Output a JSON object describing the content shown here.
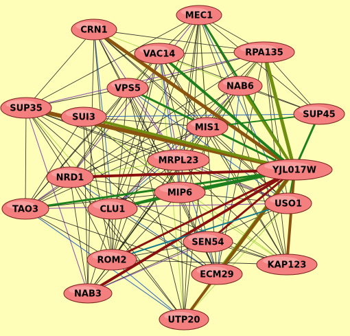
{
  "diagram": {
    "background": "#fefeb8",
    "node_fill": "#f47f7f",
    "node_stroke": "#7a2020",
    "edge_colors": {
      "thin": "#1a1a1a",
      "lime": "#a8d64a",
      "purple": "#7a3aa8",
      "blue": "#1e5ab8",
      "teal": "#137a8c",
      "green": "#1e7f1e",
      "olive": "#6f8f10",
      "brown": "#8a5410",
      "darkred": "#8a1010"
    },
    "nodes": [
      {
        "id": "mec1",
        "label": "MEC1"
      },
      {
        "id": "crn1",
        "label": "CRN1"
      },
      {
        "id": "vac14",
        "label": "VAC14"
      },
      {
        "id": "rpa135",
        "label": "RPA135"
      },
      {
        "id": "vps5",
        "label": "VPS5"
      },
      {
        "id": "nab6",
        "label": "NAB6"
      },
      {
        "id": "sup35",
        "label": "SUP35"
      },
      {
        "id": "sui3",
        "label": "SUI3"
      },
      {
        "id": "mis1",
        "label": "MIS1"
      },
      {
        "id": "sup45",
        "label": "SUP45"
      },
      {
        "id": "mrpl23",
        "label": "MRPL23"
      },
      {
        "id": "yjl017w",
        "label": "YJL017W"
      },
      {
        "id": "nrd1",
        "label": "NRD1"
      },
      {
        "id": "mip6",
        "label": "MIP6"
      },
      {
        "id": "tao3",
        "label": "TAO3"
      },
      {
        "id": "clu1",
        "label": "CLU1"
      },
      {
        "id": "uso1",
        "label": "USO1"
      },
      {
        "id": "sen54",
        "label": "SEN54"
      },
      {
        "id": "rom2",
        "label": "ROM2"
      },
      {
        "id": "kap123",
        "label": "KAP123"
      },
      {
        "id": "ecm29",
        "label": "ECM29"
      },
      {
        "id": "nab3",
        "label": "NAB3"
      },
      {
        "id": "utp20",
        "label": "UTP20"
      }
    ],
    "heavy_edges": [
      {
        "source": "crn1",
        "target": "yjl017w",
        "color": "brown",
        "weight": 5
      },
      {
        "source": "sup35",
        "target": "yjl017w",
        "color": "brown",
        "weight": 6
      },
      {
        "source": "sui3",
        "target": "yjl017w",
        "color": "olive",
        "weight": 4
      },
      {
        "source": "mec1",
        "target": "yjl017w",
        "color": "green",
        "weight": 3
      },
      {
        "source": "rpa135",
        "target": "yjl017w",
        "color": "olive",
        "weight": 5
      },
      {
        "source": "vac14",
        "target": "yjl017w",
        "color": "green",
        "weight": 4
      },
      {
        "source": "nab6",
        "target": "yjl017w",
        "color": "olive",
        "weight": 4
      },
      {
        "source": "vps5",
        "target": "yjl017w",
        "color": "green",
        "weight": 3
      },
      {
        "source": "sup45",
        "target": "yjl017w",
        "color": "green",
        "weight": 3
      },
      {
        "source": "nrd1",
        "target": "yjl017w",
        "color": "darkred",
        "weight": 4
      },
      {
        "source": "tao3",
        "target": "yjl017w",
        "color": "green",
        "weight": 3
      },
      {
        "source": "clu1",
        "target": "yjl017w",
        "color": "green",
        "weight": 3
      },
      {
        "source": "mip6",
        "target": "yjl017w",
        "color": "green",
        "weight": 4
      },
      {
        "source": "rom2",
        "target": "yjl017w",
        "color": "darkred",
        "weight": 3
      },
      {
        "source": "nab3",
        "target": "yjl017w",
        "color": "darkred",
        "weight": 4
      },
      {
        "source": "ecm29",
        "target": "yjl017w",
        "color": "olive",
        "weight": 6
      },
      {
        "source": "utp20",
        "target": "yjl017w",
        "color": "brown",
        "weight": 4
      },
      {
        "source": "kap123",
        "target": "yjl017w",
        "color": "brown",
        "weight": 4
      },
      {
        "source": "sen54",
        "target": "yjl017w",
        "color": "darkred",
        "weight": 3
      },
      {
        "source": "uso1",
        "target": "yjl017w",
        "color": "green",
        "weight": 2
      },
      {
        "source": "rom2",
        "target": "uso1",
        "color": "teal",
        "weight": 2
      },
      {
        "source": "clu1",
        "target": "mip6",
        "color": "green",
        "weight": 3
      },
      {
        "source": "sup45",
        "target": "mis1",
        "color": "green",
        "weight": 2
      }
    ]
  }
}
